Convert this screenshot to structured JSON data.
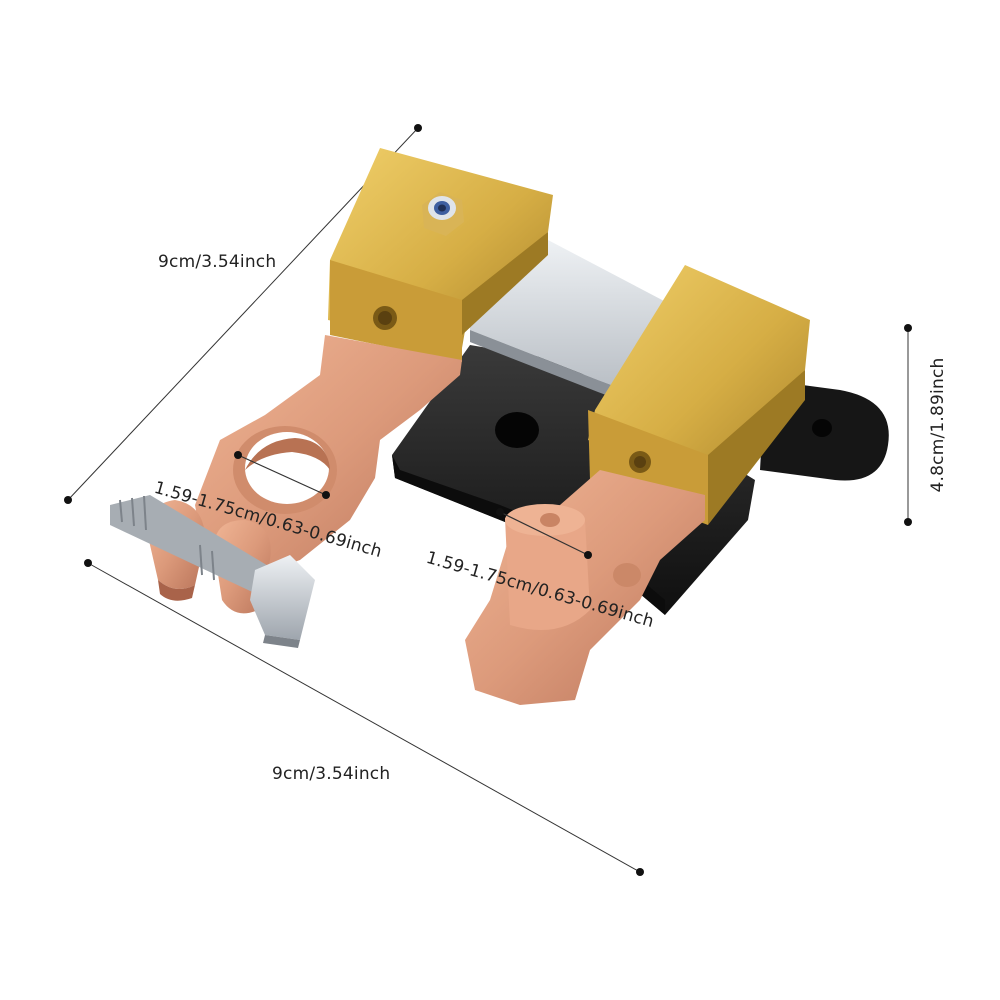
{
  "dimensions": {
    "length_top": "9cm/3.54inch",
    "length_bottom": "9cm/3.54inch",
    "height": "4.8cm/1.89inch",
    "post_diameter_left": "1.59-1.75cm/0.63-0.69inch",
    "post_diameter_right": "1.59-1.75cm/0.63-0.69inch"
  },
  "colors": {
    "copper": "#d9987a",
    "copper_dark": "#b9745a",
    "brass": "#d8b24a",
    "brass_dark": "#a8822a",
    "steel": "#c8cdd2",
    "black_base": "#1c1c1c",
    "dimension_line": "#333333"
  }
}
